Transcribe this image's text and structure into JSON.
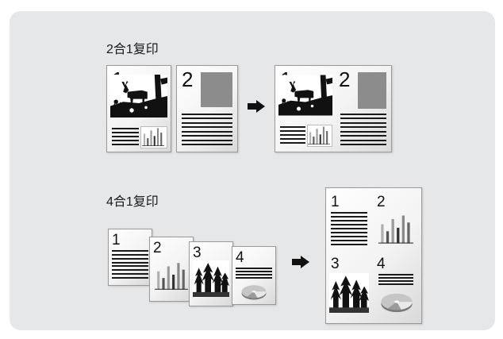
{
  "sections": {
    "two_in_one": {
      "title": "2合1复印",
      "source_pages": [
        {
          "number": "1",
          "content": "deer-silhouette-photo, text-lines, bar-chart"
        },
        {
          "number": "2",
          "content": "gray-image-block, text-lines"
        }
      ],
      "result_page": {
        "numbers": [
          "1",
          "2"
        ]
      }
    },
    "four_in_one": {
      "title": "4合1复印",
      "source_pages": [
        {
          "number": "1",
          "content": "text-lines"
        },
        {
          "number": "2",
          "content": "bar-chart"
        },
        {
          "number": "3",
          "content": "trees-photo"
        },
        {
          "number": "4",
          "content": "text-lines, pie-chart"
        }
      ],
      "result_page": {
        "numbers": [
          "1",
          "2",
          "3",
          "4"
        ]
      }
    }
  },
  "icons": [
    "right-arrow-icon"
  ],
  "colors": {
    "panel": "#e6e7e8",
    "ink": "#1a1a1a",
    "gray_block": "#8c8c8c"
  }
}
